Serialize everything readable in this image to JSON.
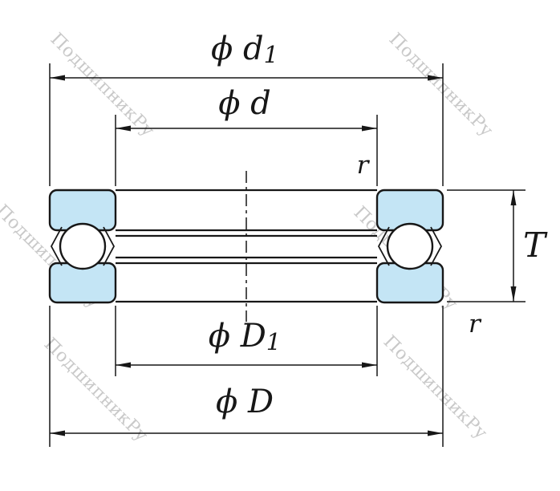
{
  "page": {
    "background": "#ffffff"
  },
  "watermark": {
    "text": "ПодшипникРу"
  },
  "drawing": {
    "type": "thrust-ball-bearing-axial-cross-section",
    "colors": {
      "ring_section_fill": "#c4e5f5",
      "line": "#171717",
      "watermark": "#c9c9c9"
    },
    "labels": {
      "phi_d1": {
        "main": "ϕ d",
        "sub": "1"
      },
      "phi_d": "ϕ d",
      "r_top": "r",
      "t": "T",
      "r_bottom": "r",
      "phi_D1": {
        "main": "ϕ D",
        "sub": "1"
      },
      "phi_D": "ϕ D"
    }
  }
}
